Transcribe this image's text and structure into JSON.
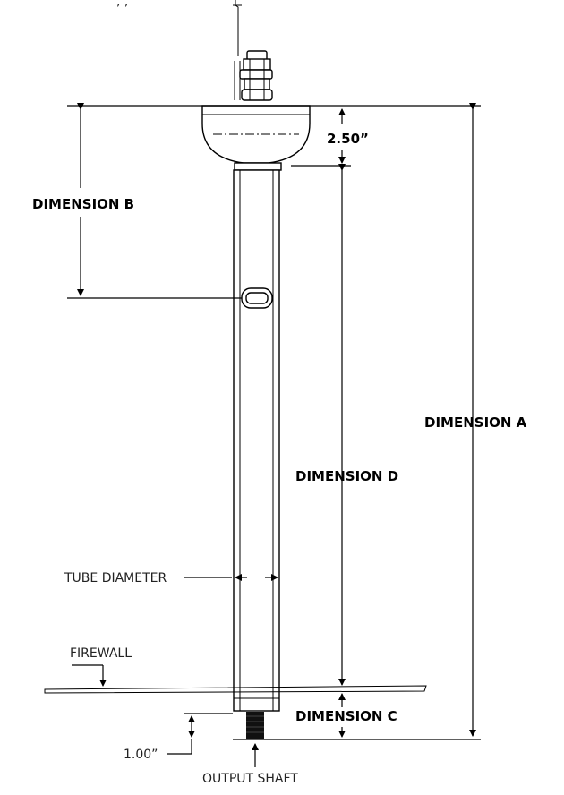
{
  "labels": {
    "top_partial": ", , ",
    "dim_2_50": "2.50”",
    "dim_b": "DIMENSION B",
    "dim_a": "DIMENSION A",
    "dim_d": "DIMENSION D",
    "tube_diameter": "TUBE DIAMETER",
    "firewall": "FIREWALL",
    "dim_c": "DIMENSION C",
    "dim_1_00": "1.00”",
    "output_shaft": "OUTPUT SHAFT"
  }
}
